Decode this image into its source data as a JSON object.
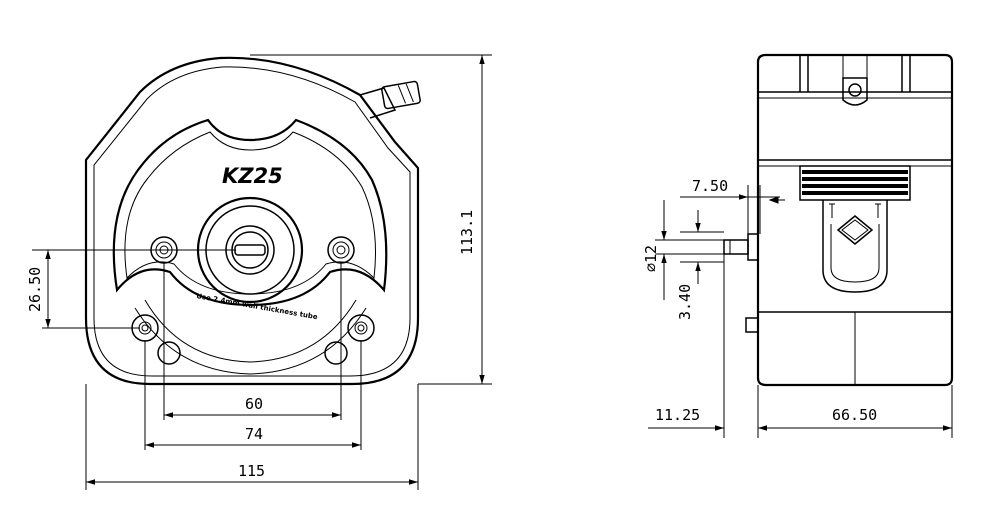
{
  "brand_label": "KZ25",
  "tube_text": "Use 2.4mm wall thickness tube",
  "front_view": {
    "width_overall": "115",
    "hole_spacing_outer": "74",
    "hole_spacing_inner": "60",
    "height_overall": "113.1",
    "hole_offset_vertical": "26.50"
  },
  "side_view": {
    "depth_body": "66.50",
    "depth_shaft": "11.25",
    "shaft_offset": "7.50",
    "shaft_diameter": "∅12",
    "flat_depth": "3.40"
  }
}
